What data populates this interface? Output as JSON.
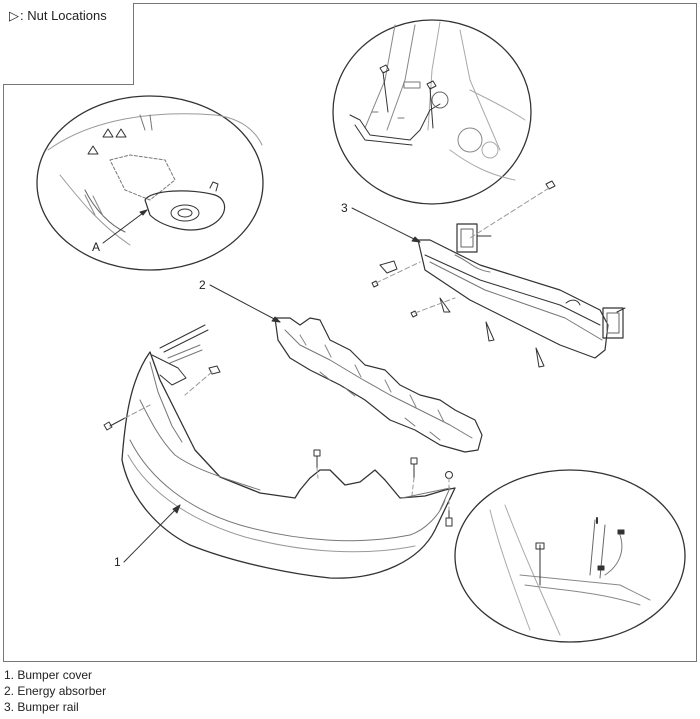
{
  "nut_locations": {
    "symbol": "▷",
    "label": ": Nut Locations"
  },
  "callouts": {
    "one": "1",
    "two": "2",
    "three": "3",
    "a": "A"
  },
  "legend": [
    "1. Bumper cover",
    "2. Energy absorber",
    "3. Bumper rail"
  ],
  "colors": {
    "stroke": "#333333",
    "frame": "#777777",
    "detail": "#999999"
  }
}
